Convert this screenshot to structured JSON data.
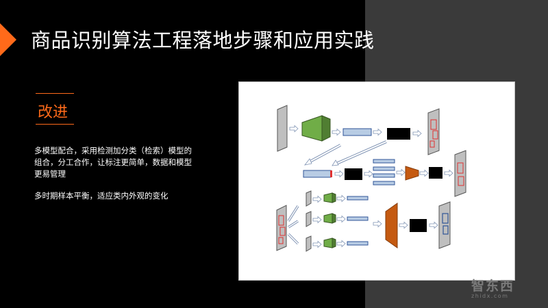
{
  "slide": {
    "title": "商品识别算法工程落地步骤和应用实践",
    "section_title": "改进",
    "paragraphs": [
      "多模型配合，采用检测加分类（检索）模型的组合，分工合作，让标注更简单，数据和模型更易管理",
      "多时期样本平衡，适应类内外观的变化"
    ]
  },
  "watermark": {
    "main": "智东西",
    "sub": "zhidx.com"
  },
  "colors": {
    "accent": "#ff6a1a",
    "background": "#000000",
    "right_panel": "#3a3a3a",
    "feature_block": "#b8cce4",
    "detector_green": "#70ad47",
    "classifier_orange": "#c55a11",
    "box_red": "#e03030",
    "box_blue": "#2f5597"
  }
}
